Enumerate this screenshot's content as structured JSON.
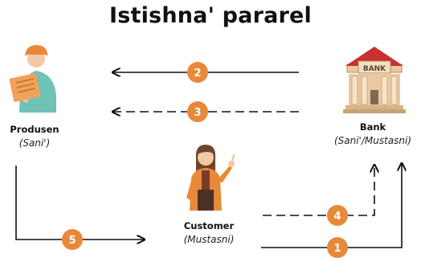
{
  "title": "Istishna' pararel",
  "colors": {
    "orange": "#E8893A",
    "line": "#111111",
    "bank_roof": "#C8302E",
    "bank_body": "#EBC9A0",
    "bank_sign": "#F2DEC0"
  },
  "actors": {
    "producer": {
      "name": "Produsen",
      "role": "(Sani')",
      "icon": "worker-reading-icon"
    },
    "bank": {
      "name": "Bank",
      "role": "(Sani'/Mustasni)",
      "sign": "BANK",
      "icon": "bank-building-icon"
    },
    "customer": {
      "name": "Customer",
      "role": "(Mustasni)",
      "icon": "woman-pointing-icon"
    }
  },
  "steps": [
    {
      "number": "1",
      "from": "customer",
      "to": "bank",
      "style": "solid"
    },
    {
      "number": "2",
      "from": "bank",
      "to": "producer",
      "style": "solid"
    },
    {
      "number": "3",
      "from": "bank",
      "to": "producer",
      "style": "dashed"
    },
    {
      "number": "4",
      "from": "customer",
      "to": "bank",
      "style": "dashed"
    },
    {
      "number": "5",
      "from": "producer",
      "to": "customer",
      "style": "solid"
    }
  ]
}
